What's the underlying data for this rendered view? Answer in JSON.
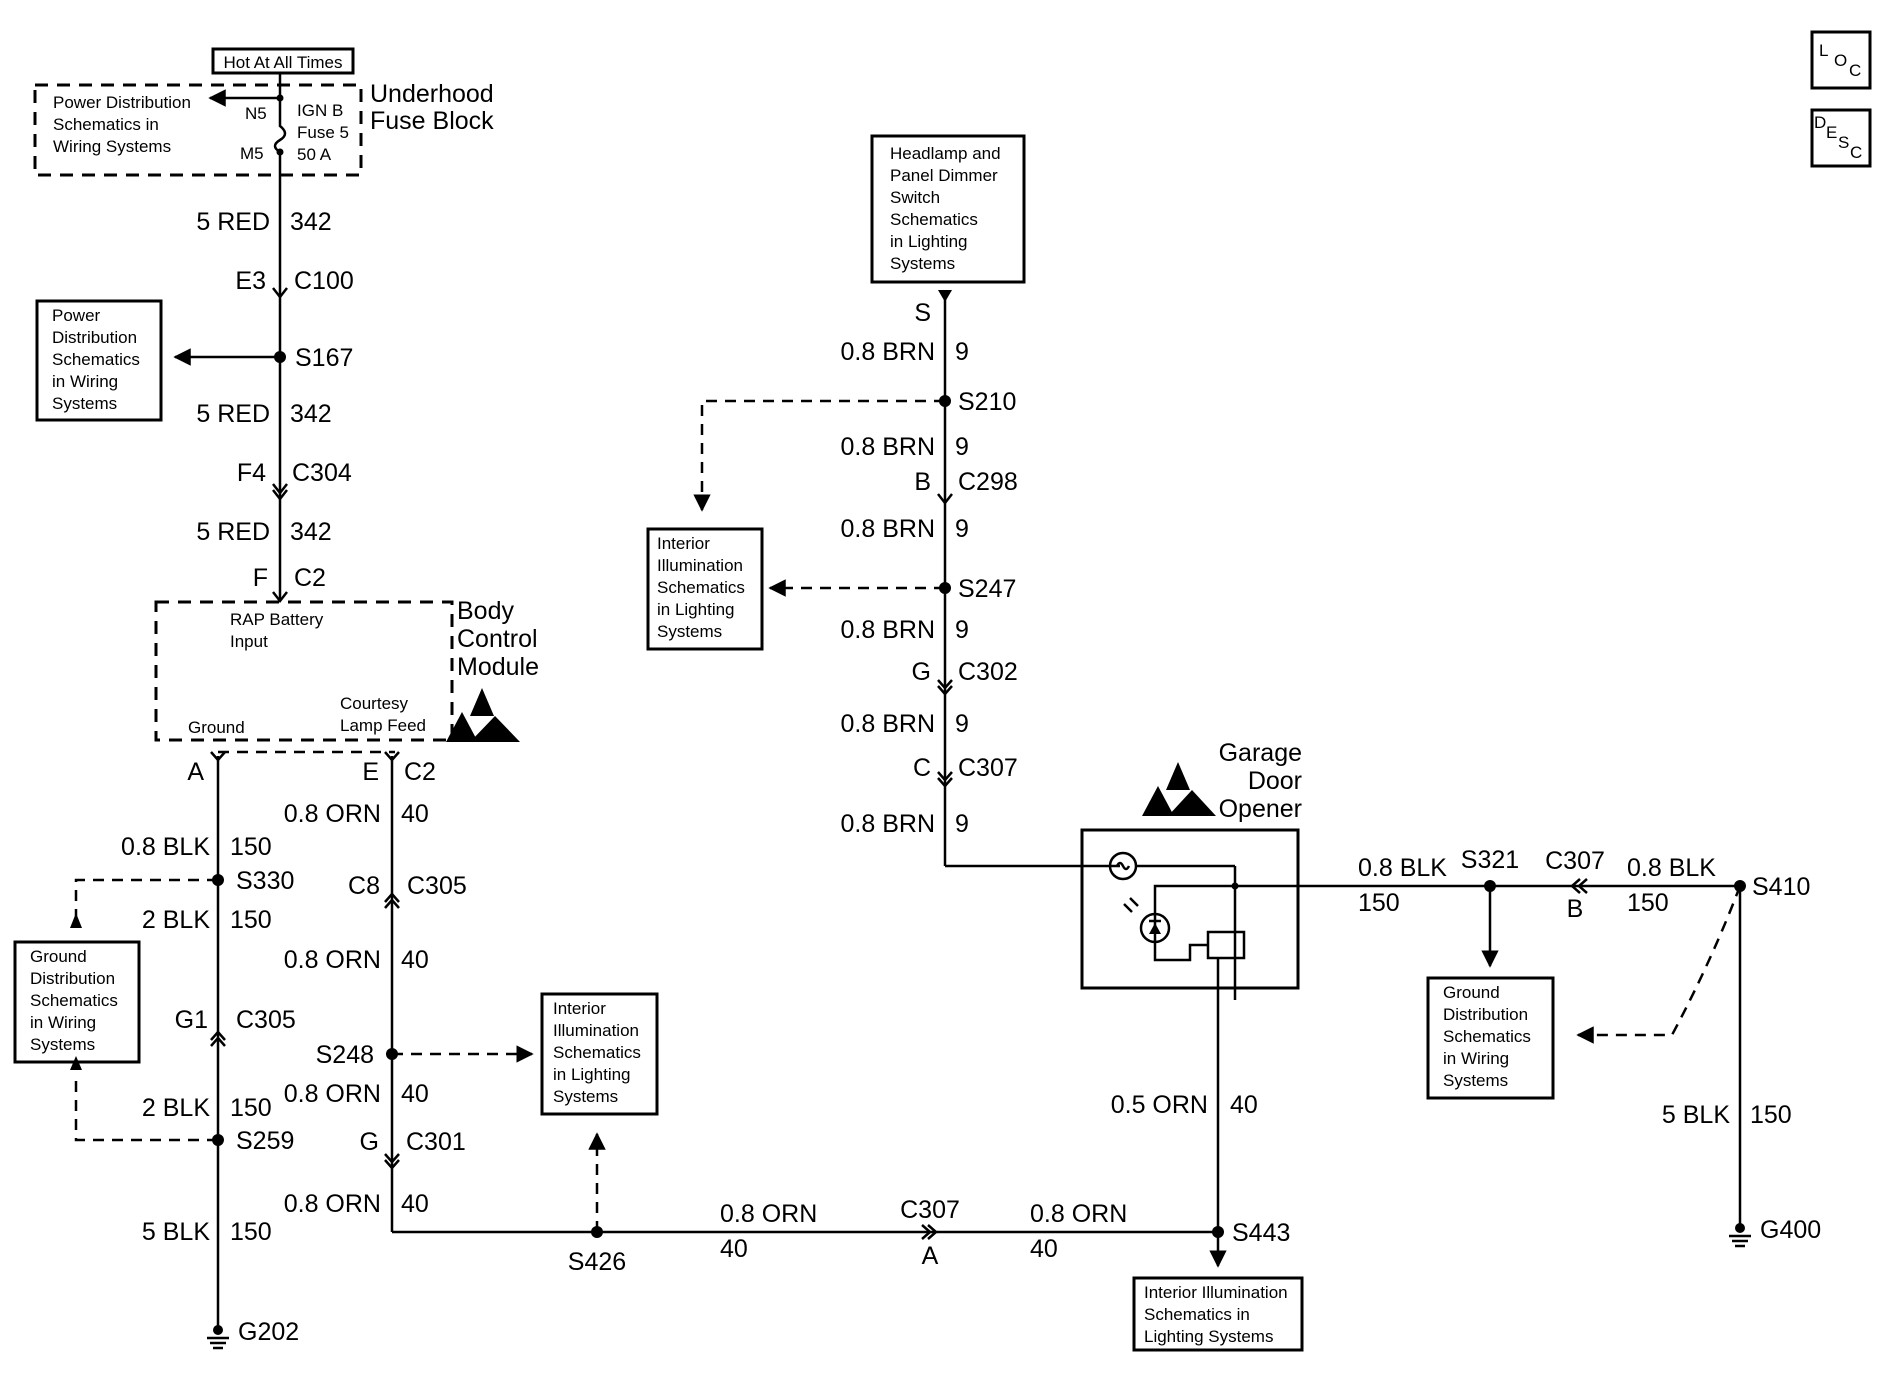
{
  "hot_at_all_times": "Hot At All Times",
  "underhood_fuse_block": {
    "title_line1": "Underhood",
    "title_line2": "Fuse Block",
    "left_ref": [
      "Power Distribution",
      "Schematics in",
      "Wiring Systems"
    ],
    "pin_top": "N5",
    "pin_bottom": "M5",
    "fuse": [
      "IGN B",
      "Fuse 5",
      "50 A"
    ]
  },
  "left_wire": {
    "w1_size": "5 RED",
    "w1_circuit": "342",
    "c100_pin": "E3",
    "c100": "C100",
    "s167": "S167",
    "s167_ref": [
      "Power",
      "Distribution",
      "Schematics",
      "in Wiring",
      "Systems"
    ],
    "w2_size": "5 RED",
    "w2_circuit": "342",
    "c304_pin": "F4",
    "c304": "C304",
    "w3_size": "5 RED",
    "w3_circuit": "342",
    "c2_pin": "F",
    "c2": "C2"
  },
  "bcm": {
    "title": [
      "Body",
      "Control",
      "Module"
    ],
    "rap_input": [
      "RAP Battery",
      "Input"
    ],
    "ground": "Ground",
    "courtesy": [
      "Courtesy",
      "Lamp Feed"
    ]
  },
  "ground_branch": {
    "pin_a": "A",
    "w1_size": "0.8 BLK",
    "w1_circuit": "150",
    "s330": "S330",
    "w2_size": "2 BLK",
    "w2_circuit": "150",
    "c305_pin": "G1",
    "c305": "C305",
    "w3_size": "2 BLK",
    "w3_circuit": "150",
    "s259": "S259",
    "w4_size": "5 BLK",
    "w4_circuit": "150",
    "g202": "G202",
    "ref": [
      "Ground",
      "Distribution",
      "Schematics",
      "in Wiring",
      "Systems"
    ]
  },
  "courtesy_branch": {
    "pin_e": "E",
    "c2": "C2",
    "w1_size": "0.8 ORN",
    "w1_circuit": "40",
    "c305_pin": "C8",
    "c305": "C305",
    "w2_size": "0.8 ORN",
    "w2_circuit": "40",
    "s248": "S248",
    "w3_size": "0.8 ORN",
    "w3_circuit": "40",
    "c301_pin": "G",
    "c301": "C301",
    "w4_size": "0.8 ORN",
    "w4_circuit": "40",
    "s426": "S426",
    "ref": [
      "Interior",
      "Illumination",
      "Schematics",
      "in Lighting",
      "Systems"
    ],
    "bottom_w1_size": "0.8 ORN",
    "bottom_w1_circuit": "40",
    "c307": "C307",
    "c307_pin": "A",
    "bottom_w2_size": "0.8 ORN",
    "bottom_w2_circuit": "40",
    "s443": "S443",
    "s443_ref": [
      "Interior Illumination",
      "Schematics in",
      "Lighting Systems"
    ]
  },
  "dimmer_branch": {
    "ref": [
      "Headlamp and",
      "Panel Dimmer",
      "Switch",
      "Schematics",
      "in Lighting",
      "Systems"
    ],
    "pin_s": "S",
    "w1_size": "0.8 BRN",
    "w1_circuit": "9",
    "s210": "S210",
    "w2_size": "0.8 BRN",
    "w2_circuit": "9",
    "c298_pin": "B",
    "c298": "C298",
    "w3_size": "0.8 BRN",
    "w3_circuit": "9",
    "s247": "S247",
    "s247_ref": [
      "Interior",
      "Illumination",
      "Schematics",
      "in Lighting",
      "Systems"
    ],
    "w4_size": "0.8 BRN",
    "w4_circuit": "9",
    "c302_pin": "G",
    "c302": "C302",
    "w5_size": "0.8 BRN",
    "w5_circuit": "9",
    "c307_pin": "C",
    "c307": "C307",
    "w6_size": "0.8 BRN",
    "w6_circuit": "9"
  },
  "garage_door": {
    "title": [
      "Garage",
      "Door",
      "Opener"
    ],
    "out_size": "0.8 BLK",
    "out_circuit": "150",
    "s321": "S321",
    "c307": "C307",
    "c307_pin": "B",
    "w2_size": "0.8 BLK",
    "w2_circuit": "150",
    "s410": "S410",
    "w3_size": "5 BLK",
    "w3_circuit": "150",
    "g400": "G400",
    "orn_size": "0.5 ORN",
    "orn_circuit": "40",
    "ref": [
      "Ground",
      "Distribution",
      "Schematics",
      "in Wiring",
      "Systems"
    ]
  },
  "side_icons": {
    "loc": [
      "L",
      "O",
      "C"
    ],
    "desc": [
      "D",
      "E",
      "S",
      "C"
    ]
  }
}
